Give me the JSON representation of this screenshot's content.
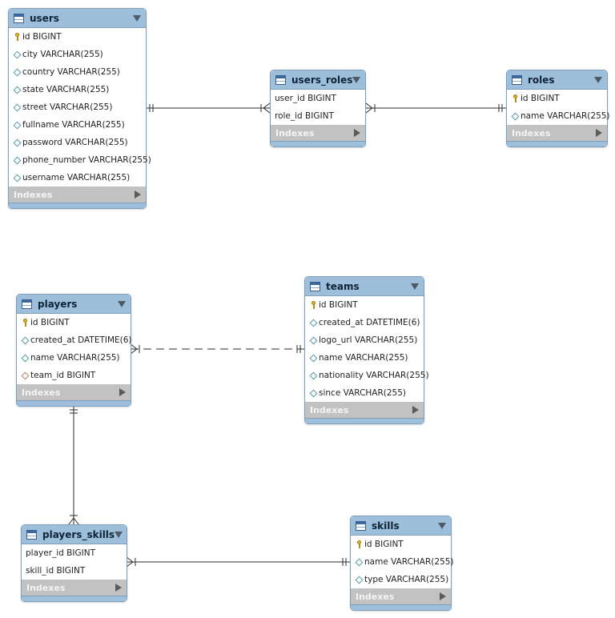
{
  "footer_label": "Indexes",
  "entities": {
    "users": {
      "title": "users",
      "columns": [
        {
          "text": "id BIGINT",
          "icon": "primary-key-icon"
        },
        {
          "text": "city VARCHAR(255)",
          "icon": "column-diamond-icon"
        },
        {
          "text": "country VARCHAR(255)",
          "icon": "column-diamond-icon"
        },
        {
          "text": "state VARCHAR(255)",
          "icon": "column-diamond-icon"
        },
        {
          "text": "street VARCHAR(255)",
          "icon": "column-diamond-icon"
        },
        {
          "text": "fullname VARCHAR(255)",
          "icon": "column-diamond-icon"
        },
        {
          "text": "password VARCHAR(255)",
          "icon": "column-diamond-icon"
        },
        {
          "text": "phone_number VARCHAR(255)",
          "icon": "column-diamond-icon"
        },
        {
          "text": "username VARCHAR(255)",
          "icon": "column-diamond-icon"
        }
      ]
    },
    "users_roles": {
      "title": "users_roles",
      "columns": [
        {
          "text": "user_id BIGINT",
          "icon": "none"
        },
        {
          "text": "role_id BIGINT",
          "icon": "none"
        }
      ]
    },
    "roles": {
      "title": "roles",
      "columns": [
        {
          "text": "id BIGINT",
          "icon": "primary-key-icon"
        },
        {
          "text": "name VARCHAR(255)",
          "icon": "column-diamond-icon"
        }
      ]
    },
    "players": {
      "title": "players",
      "columns": [
        {
          "text": "id BIGINT",
          "icon": "primary-key-icon"
        },
        {
          "text": "created_at DATETIME(6)",
          "icon": "column-diamond-icon"
        },
        {
          "text": "name VARCHAR(255)",
          "icon": "column-diamond-icon"
        },
        {
          "text": "team_id BIGINT",
          "icon": "foreign-key-diamond-icon"
        }
      ]
    },
    "teams": {
      "title": "teams",
      "columns": [
        {
          "text": "id BIGINT",
          "icon": "primary-key-icon"
        },
        {
          "text": "created_at DATETIME(6)",
          "icon": "column-diamond-icon"
        },
        {
          "text": "logo_url VARCHAR(255)",
          "icon": "column-diamond-icon"
        },
        {
          "text": "name VARCHAR(255)",
          "icon": "column-diamond-icon"
        },
        {
          "text": "nationality VARCHAR(255)",
          "icon": "column-diamond-icon"
        },
        {
          "text": "since VARCHAR(255)",
          "icon": "column-diamond-icon"
        }
      ]
    },
    "players_skills": {
      "title": "players_skills",
      "columns": [
        {
          "text": "player_id BIGINT",
          "icon": "none"
        },
        {
          "text": "skill_id BIGINT",
          "icon": "none"
        }
      ]
    },
    "skills": {
      "title": "skills",
      "columns": [
        {
          "text": "id BIGINT",
          "icon": "primary-key-icon"
        },
        {
          "text": "name VARCHAR(255)",
          "icon": "column-diamond-icon"
        },
        {
          "text": "type VARCHAR(255)",
          "icon": "column-diamond-icon"
        }
      ]
    }
  },
  "relationships": [
    {
      "from": "users",
      "to": "users_roles",
      "from_end": "one",
      "to_end": "many",
      "style": "solid"
    },
    {
      "from": "users_roles",
      "to": "roles",
      "from_end": "many",
      "to_end": "one",
      "style": "solid"
    },
    {
      "from": "players",
      "to": "teams",
      "from_end": "many",
      "to_end": "one",
      "style": "dashed"
    },
    {
      "from": "players",
      "to": "players_skills",
      "from_end": "one",
      "to_end": "many",
      "style": "solid"
    },
    {
      "from": "players_skills",
      "to": "skills",
      "from_end": "many",
      "to_end": "one",
      "style": "solid"
    }
  ]
}
